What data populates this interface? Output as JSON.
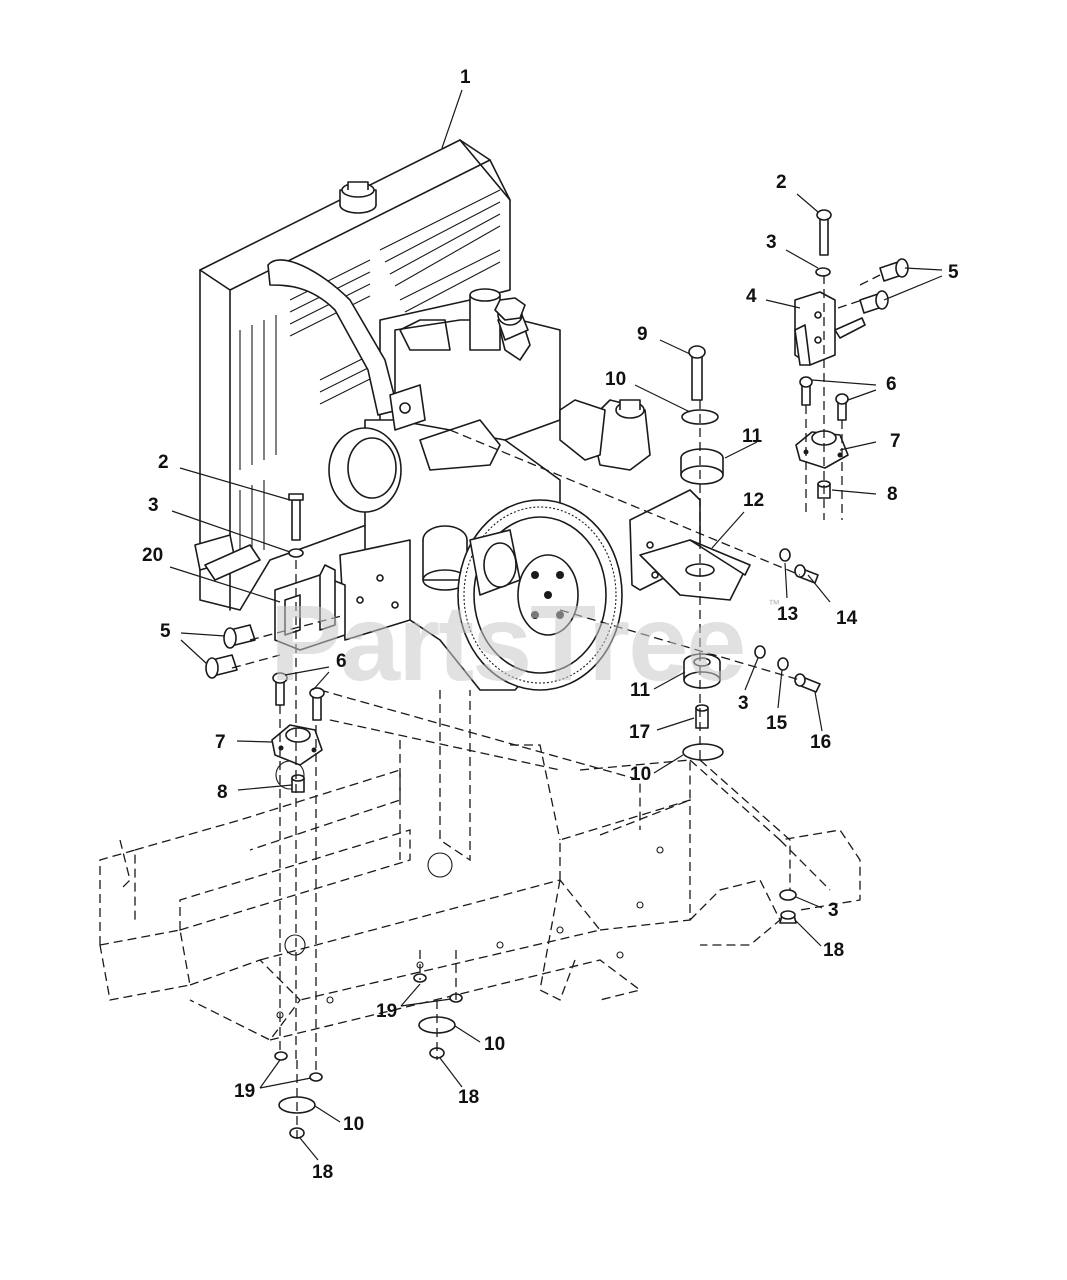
{
  "diagram": {
    "watermark": "PartsTree",
    "trademark": "™",
    "callouts": {
      "c1": "1",
      "c2a": "2",
      "c3a": "3",
      "c4": "4",
      "c5a": "5",
      "c6a": "6",
      "c7a": "7",
      "c8a": "8",
      "c9": "9",
      "c10a": "10",
      "c11a": "11",
      "c12": "12",
      "c13": "13",
      "c14": "14",
      "c2b": "2",
      "c3b": "3",
      "c20": "20",
      "c5b": "5",
      "c6b": "6",
      "c7b": "7",
      "c8b": "8",
      "c11b": "11",
      "c3c": "3",
      "c15": "15",
      "c16": "16",
      "c17": "17",
      "c10b": "10",
      "c3d": "3",
      "c18a": "18",
      "c19a": "19",
      "c10c": "10",
      "c18b": "18",
      "c19b": "19",
      "c10d": "10",
      "c18c": "18"
    }
  }
}
